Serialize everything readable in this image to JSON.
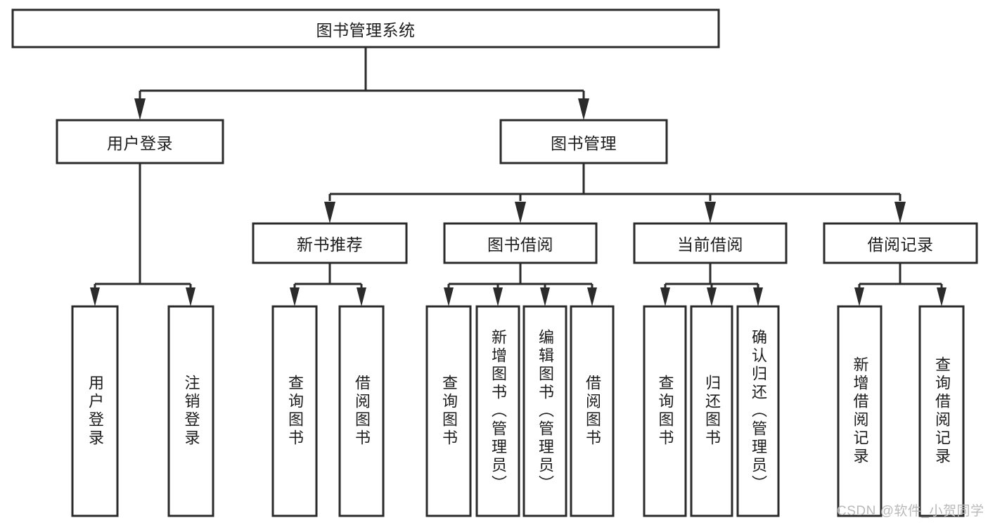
{
  "diagram": {
    "title": "图书管理系统",
    "type": "tree-hierarchy",
    "root": {
      "label": "图书管理系统"
    },
    "level2": [
      {
        "label": "用户登录"
      },
      {
        "label": "图书管理"
      }
    ],
    "level3": [
      {
        "label": "新书推荐"
      },
      {
        "label": "图书借阅"
      },
      {
        "label": "当前借阅"
      },
      {
        "label": "借阅记录"
      }
    ],
    "leaves": {
      "user_login": [
        {
          "label": "用户登录"
        },
        {
          "label": "注销登录"
        }
      ],
      "new_book_recommend": [
        {
          "label": "查询图书"
        },
        {
          "label": "借阅图书"
        }
      ],
      "book_borrow": [
        {
          "label": "查询图书"
        },
        {
          "label": "新增图书（管理员）"
        },
        {
          "label": "编辑图书（管理员）"
        },
        {
          "label": "借阅图书"
        }
      ],
      "current_borrow": [
        {
          "label": "查询图书"
        },
        {
          "label": "归还图书"
        },
        {
          "label": "确认归还（管理员）"
        }
      ],
      "borrow_record": [
        {
          "label": "新增借阅记录"
        },
        {
          "label": "查询借阅记录"
        }
      ]
    }
  },
  "watermark": {
    "text": "CSDN @软件_小贺同学"
  },
  "colors": {
    "box_stroke": "#2b2b2b",
    "box_fill": "#ffffff",
    "text": "#1d1d1d",
    "watermark": "#b9b9b9",
    "background": "#ffffff"
  }
}
